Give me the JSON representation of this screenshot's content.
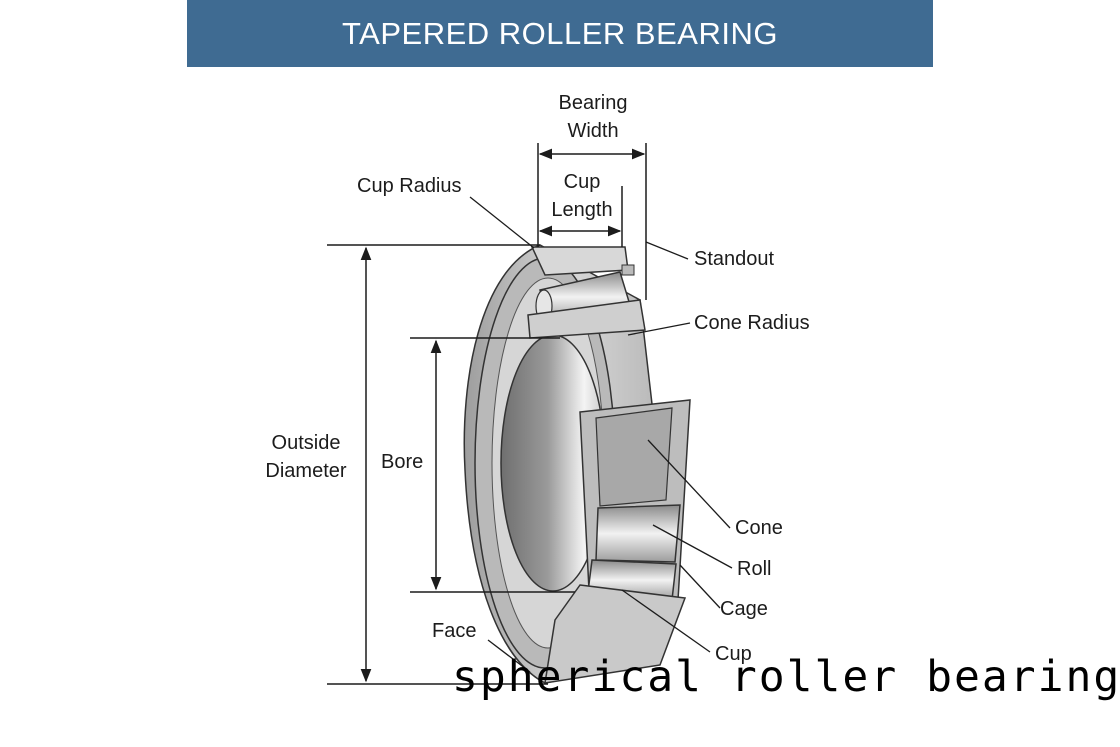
{
  "header": {
    "title": "TAPERED ROLLER BEARING"
  },
  "labels": {
    "bearing_width": "Bearing\nWidth",
    "cup_length": "Cup\nLength",
    "cup_radius": "Cup Radius",
    "standout": "Standout",
    "cone_radius": "Cone Radius",
    "outside_diameter": "Outside\nDiameter",
    "bore": "Bore",
    "cone": "Cone",
    "roll": "Roll",
    "cage": "Cage",
    "face": "Face",
    "cup": "Cup"
  },
  "caption": "spherical roller bearing",
  "colors": {
    "banner": "#3f6b92",
    "metal_light": "#d2d2d2",
    "metal_dark": "#8e8e8e",
    "line": "#1c1c1c"
  }
}
